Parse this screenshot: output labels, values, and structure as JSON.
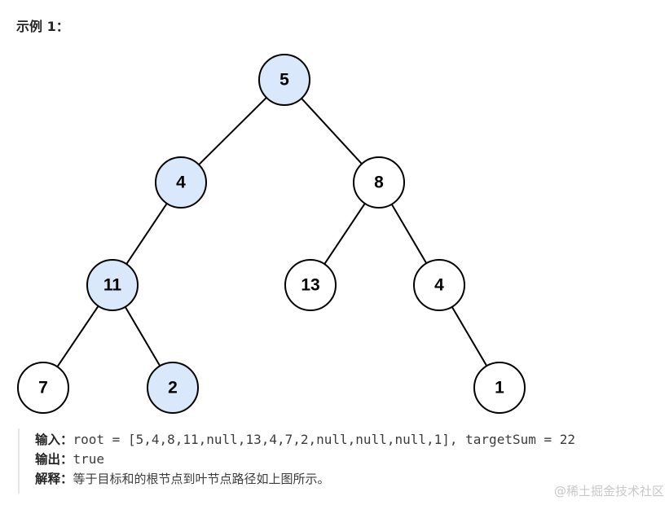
{
  "example": {
    "title": "示例 1："
  },
  "tree": {
    "nodes": [
      {
        "id": "n5",
        "value": "5",
        "highlighted": true
      },
      {
        "id": "n4",
        "value": "4",
        "highlighted": true
      },
      {
        "id": "n8",
        "value": "8",
        "highlighted": false
      },
      {
        "id": "n11",
        "value": "11",
        "highlighted": true
      },
      {
        "id": "n13",
        "value": "13",
        "highlighted": false
      },
      {
        "id": "n4b",
        "value": "4",
        "highlighted": false
      },
      {
        "id": "n7",
        "value": "7",
        "highlighted": false
      },
      {
        "id": "n2",
        "value": "2",
        "highlighted": true
      },
      {
        "id": "n1",
        "value": "1",
        "highlighted": false
      }
    ],
    "edges": [
      [
        "n5",
        "n4"
      ],
      [
        "n5",
        "n8"
      ],
      [
        "n4",
        "n11"
      ],
      [
        "n8",
        "n13"
      ],
      [
        "n8",
        "n4b"
      ],
      [
        "n11",
        "n7"
      ],
      [
        "n11",
        "n2"
      ],
      [
        "n4b",
        "n1"
      ]
    ],
    "colors": {
      "highlight_fill": "#dae8fc",
      "normal_fill": "#ffffff",
      "stroke": "#000000"
    }
  },
  "io": {
    "input_label": "输入：",
    "input_value": "root = [5,4,8,11,null,13,4,7,2,null,null,null,1], targetSum = 22",
    "output_label": "输出：",
    "output_value": "true",
    "explain_label": "解释：",
    "explain_value": "等于目标和的根节点到叶节点路径如上图所示。"
  },
  "watermark": {
    "text": "@稀土掘金技术社区"
  }
}
